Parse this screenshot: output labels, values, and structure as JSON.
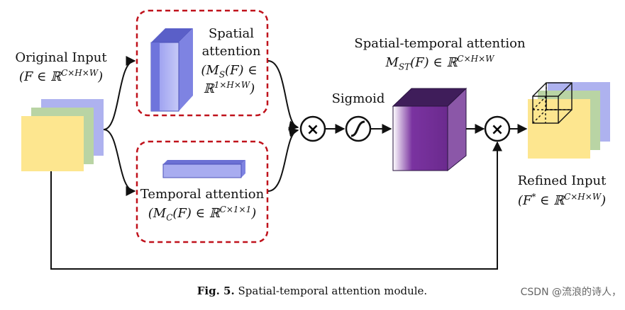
{
  "input": {
    "title": "Original Input",
    "math": "(F ∈ ℝ",
    "sup": "C×H×W",
    "close": ")"
  },
  "spatial": {
    "line1": "Spatial",
    "line2": "attention",
    "math1": "(M",
    "sub": "S",
    "math1b": "(F) ∈",
    "math2": "ℝ",
    "sup": "1×H×W",
    "close": ")"
  },
  "temporal": {
    "title": "Temporal attention",
    "math": "(M",
    "sub": "C",
    "mathb": "(F) ∈ ℝ",
    "sup": "C×1×1",
    "close": ")"
  },
  "st": {
    "title": "Spatial-temporal attention",
    "math": "M",
    "sub": "ST",
    "mathb": "(F) ∈ ℝ",
    "sup": "C×H×W"
  },
  "sigmoid": {
    "label": "Sigmoid"
  },
  "ops": {
    "multiply": "×"
  },
  "refined": {
    "title": "Refined Input",
    "math": "(F",
    "star": "*",
    "mathb": " ∈ ℝ",
    "sup": "C×H×W",
    "close": ")"
  },
  "caption": {
    "bold": "Fig. 5.",
    "text": "Spatial-temporal attention module."
  },
  "watermark": "CSDN @流浪的诗人，",
  "colors": {
    "dashed": "#c0121c",
    "yellow": "#fde68f",
    "green": "#b9d4a4",
    "blue": "#aeb2ef",
    "cube_front": "#6b2a8e",
    "cube_top": "#3f1d5a",
    "cube_side": "#8b57a8"
  }
}
